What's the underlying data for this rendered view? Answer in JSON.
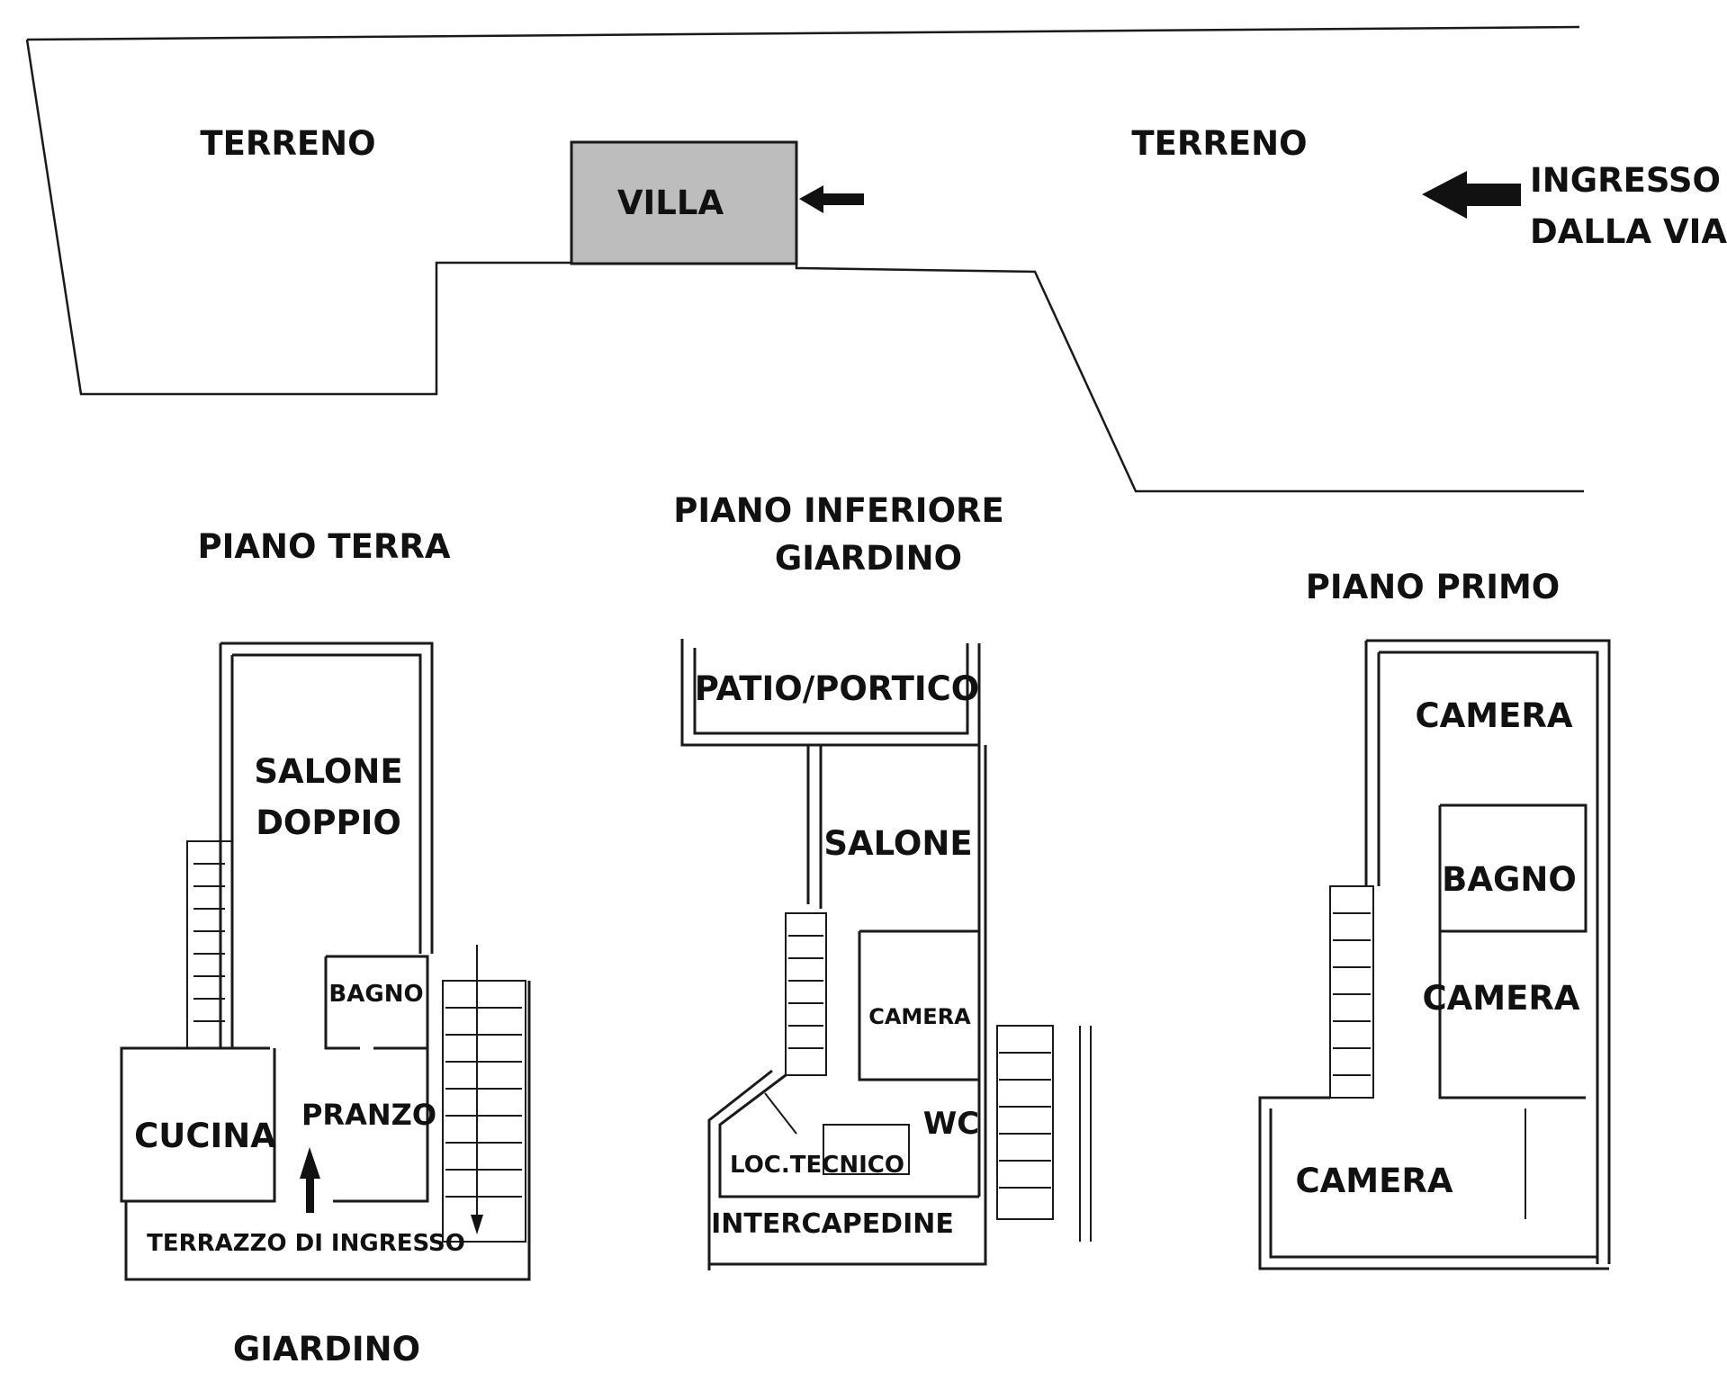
{
  "site": {
    "terreno_left": "TERRENO",
    "terreno_right": "TERRENO",
    "villa": "VILLA",
    "ingresso_line1": "INGRESSO",
    "ingresso_line2": "DALLA VIA",
    "villa_fill": "#bdbdbd"
  },
  "piano_terra": {
    "title": "PIANO TERRA",
    "salone_line1": "SALONE",
    "salone_line2": "DOPPIO",
    "bagno": "BAGNO",
    "cucina": "CUCINA",
    "pranzo": "PRANZO",
    "terrazzo": "TERRAZZO DI INGRESSO",
    "giardino": "GIARDINO"
  },
  "piano_inferiore": {
    "title_line1": "PIANO INFERIORE",
    "title_line2": "GIARDINO",
    "patio": "PATIO/PORTICO",
    "salone": "SALONE",
    "camera": "CAMERA",
    "wc": "WC",
    "loc_tecnico": "LOC.TECNICO",
    "intercapedine": "INTERCAPEDINE"
  },
  "piano_primo": {
    "title": "PIANO PRIMO",
    "camera_top": "CAMERA",
    "bagno": "BAGNO",
    "camera_mid": "CAMERA",
    "camera_bottom": "CAMERA"
  },
  "icons": [
    "arrow-left-icon",
    "arrow-up-icon",
    "arrow-down-icon"
  ]
}
